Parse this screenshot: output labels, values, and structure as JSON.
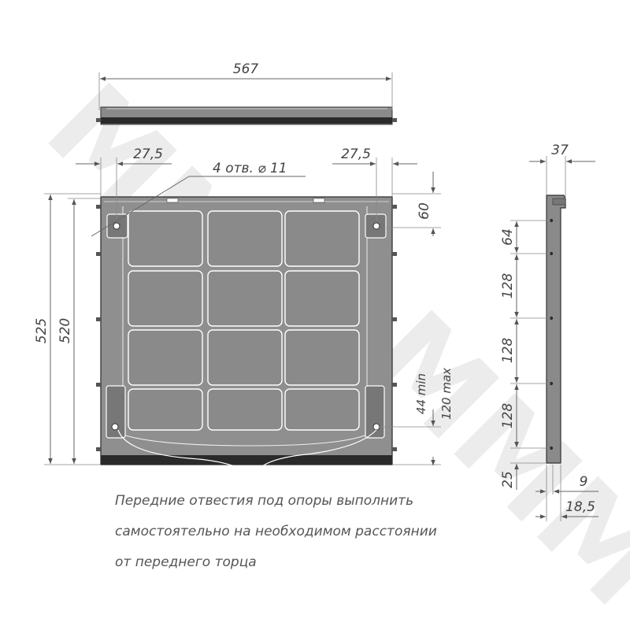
{
  "watermark": "MMM",
  "dimensions": {
    "top_width": "567",
    "left_offset": "27,5",
    "right_offset": "27,5",
    "holes": "4 отв. ⌀ 11",
    "right_top": "60",
    "height_outer": "525",
    "height_inner": "520",
    "support_min": "44 min",
    "support_max": "120 max",
    "side_width": "37",
    "side_64": "64",
    "side_128_a": "128",
    "side_128_b": "128",
    "side_128_c": "128",
    "side_25": "25",
    "side_9": "9",
    "side_18_5": "18,5"
  },
  "note": {
    "line1": "Передние отвестия под опоры выполнить",
    "line2": "самостоятельно на необходимом расстоянии",
    "line3": "от переднего торца"
  }
}
